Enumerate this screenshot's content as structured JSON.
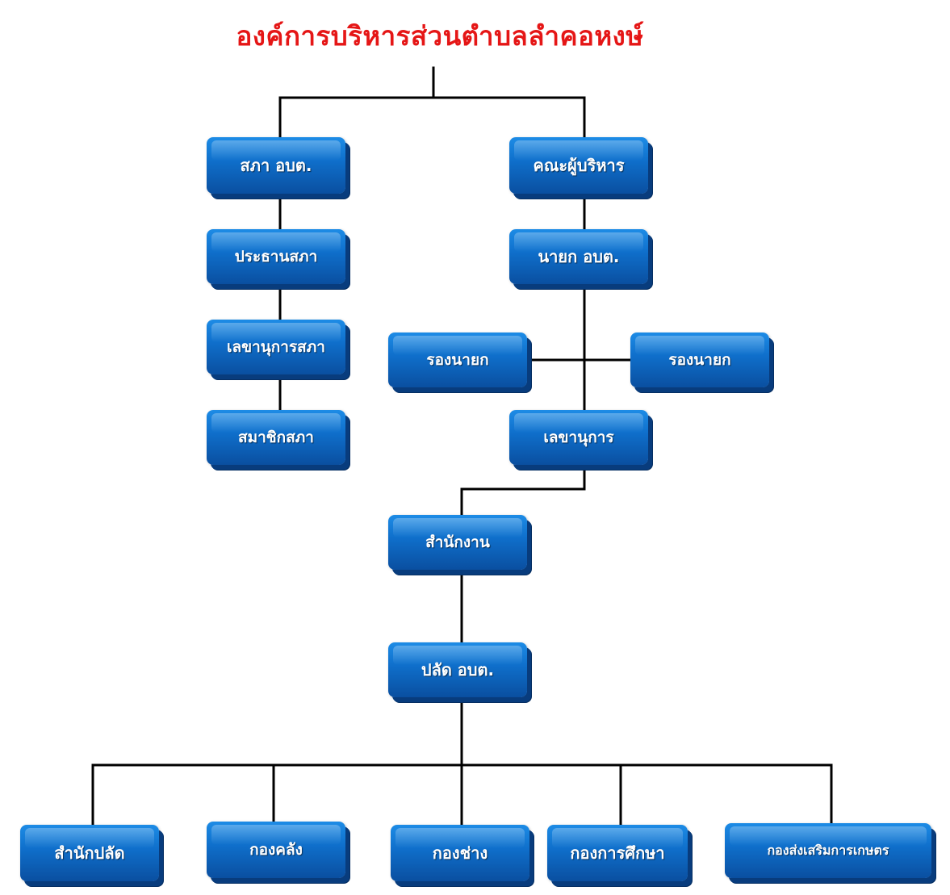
{
  "title": "องค์การบริหารส่วนตำบลลำคอหงษ์",
  "nodes": {
    "council": "สภา อบต.",
    "council_president": "ประธานสภา",
    "council_secretary": "เลขานุการสภา",
    "council_member": "สมาชิกสภา",
    "executives": "คณะผู้บริหาร",
    "mayor": "นายก อบต.",
    "deputy_left": "รองนายก",
    "deputy_right": "รองนายก",
    "secretary": "เลขานุการ",
    "office": "สำนักงาน",
    "permanent_secretary": "ปลัด อบต.",
    "office_of_secretary": "สำนักปลัด",
    "finance_division": "กองคลัง",
    "engineering_division": "กองช่าง",
    "education_division": "กองการศึกษา",
    "agriculture_division": "กองส่งเสริมการเกษตร"
  }
}
